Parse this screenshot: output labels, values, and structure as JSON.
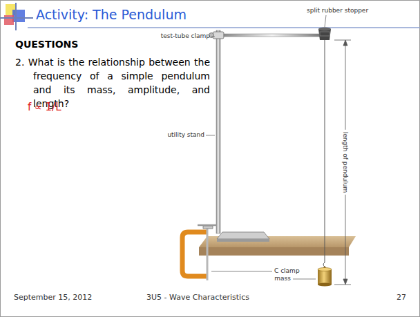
{
  "diagram": {
    "title": "Activity: The Pendulum",
    "labels": [
      "QUESTIONS",
      "2. What is the relationship between the frequency of a simple pendulum and its mass, amplitude, and length?",
      "f ∝ 1/L",
      "split rubber stopper",
      "test-tube clamp",
      "utility stand",
      "length of pendulum",
      "C clamp",
      "mass",
      "September 15, 2012",
      "3U5 - Wave Characteristics",
      "27"
    ]
  }
}
